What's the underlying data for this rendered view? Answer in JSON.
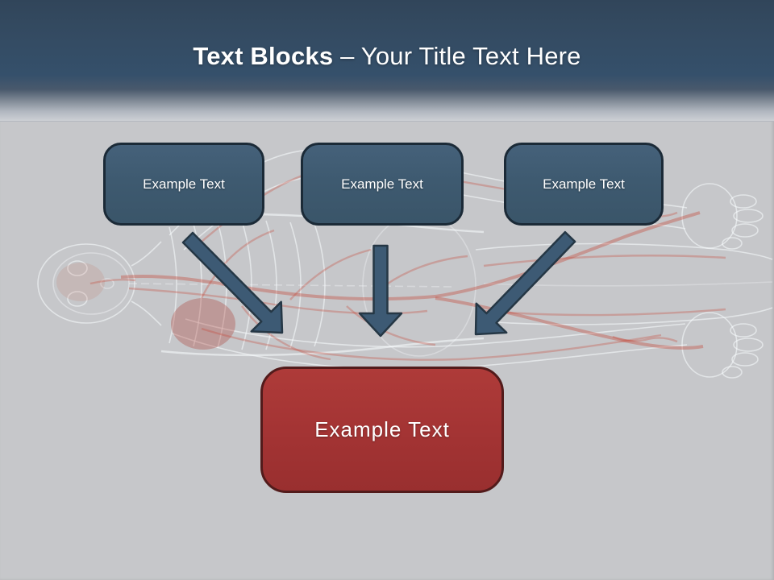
{
  "slide": {
    "title": {
      "bold": "Text Blocks",
      "separator": " – ",
      "regular": "Your Title Text Here"
    },
    "boxes": [
      {
        "id": "box-1",
        "label": "Example Text"
      },
      {
        "id": "box-2",
        "label": "Example Text"
      },
      {
        "id": "box-3",
        "label": "Example Text"
      }
    ],
    "main_box": {
      "label": "Example Text"
    },
    "connections": [
      {
        "from": "box-1",
        "to": "main-box"
      },
      {
        "from": "box-2",
        "to": "main-box"
      },
      {
        "from": "box-3",
        "to": "main-box"
      }
    ],
    "colors": {
      "header_dark": "#35506b",
      "body_bg": "#c6c7ca",
      "box_fill": "#3e5a70",
      "box_border": "#1b2a37",
      "box_text": "#ffffff",
      "red_fill": "#a43434",
      "red_border": "#521b1b",
      "arrow_fill": "#3d5a74",
      "arrow_border": "#253745"
    }
  }
}
